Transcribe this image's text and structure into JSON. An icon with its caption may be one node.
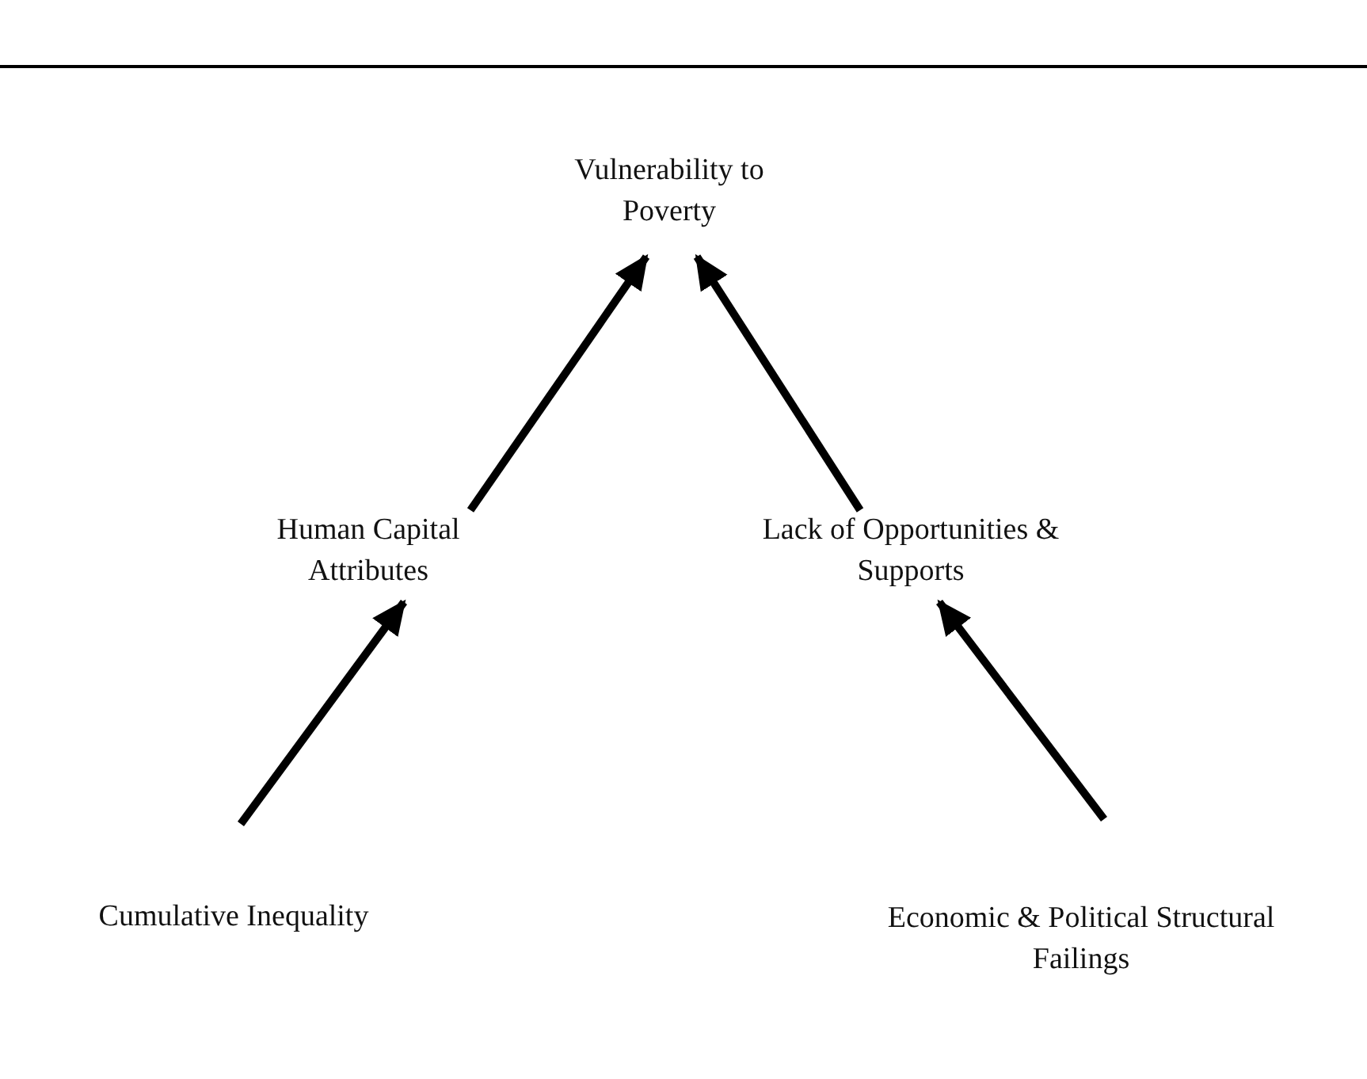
{
  "diagram": {
    "nodes": [
      {
        "text": [
          "Vulnerability to Poverty"
        ]
      },
      {
        "text": [
          "Human Capital Attributes"
        ]
      },
      {
        "text": [
          "Lack of Opportunities & Supports"
        ]
      },
      {
        "text": [
          "Cumulative Inequality"
        ]
      },
      {
        "text": [
          "Economic & Political Structural Failings"
        ]
      }
    ],
    "edges": [
      {
        "from": 1,
        "to": 0,
        "arrow": "to"
      },
      {
        "from": 2,
        "to": 0,
        "arrow": "to"
      },
      {
        "from": 3,
        "to": 1,
        "arrow": "to"
      },
      {
        "from": 4,
        "to": 2,
        "arrow": "to"
      }
    ]
  }
}
